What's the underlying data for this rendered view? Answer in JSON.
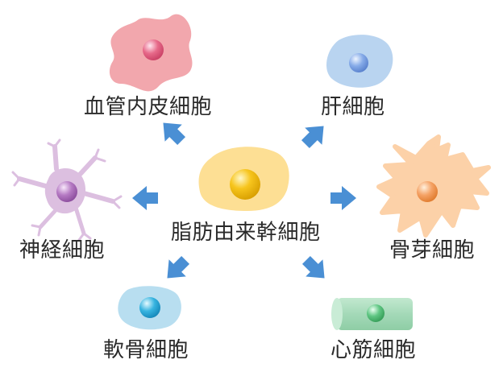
{
  "diagram": {
    "center": {
      "label": "脂肪由来幹細胞",
      "color": "#fddf94",
      "nucleus_color": "#f2b800"
    },
    "cells": [
      {
        "key": "blood_vessel",
        "label": "血管内皮細胞",
        "color": "#f2a7ad",
        "nucleus_color": "#e0567a"
      },
      {
        "key": "liver",
        "label": "肝細胞",
        "color": "#b9d4f0",
        "nucleus_color": "#6f9be0"
      },
      {
        "key": "bone",
        "label": "骨芽細胞",
        "color": "#fcd1a8",
        "nucleus_color": "#f0934a"
      },
      {
        "key": "heart",
        "label": "心筋細胞",
        "color": "#a8dcbd",
        "nucleus_color": "#4cb870"
      },
      {
        "key": "cartilage",
        "label": "軟骨細胞",
        "color": "#b8def0",
        "nucleus_color": "#2aa6d4"
      },
      {
        "key": "nerve",
        "label": "神経細胞",
        "color": "#dcbfe0",
        "nucleus_color": "#a968b7"
      }
    ],
    "arrow_color": "#4a8fd4"
  }
}
